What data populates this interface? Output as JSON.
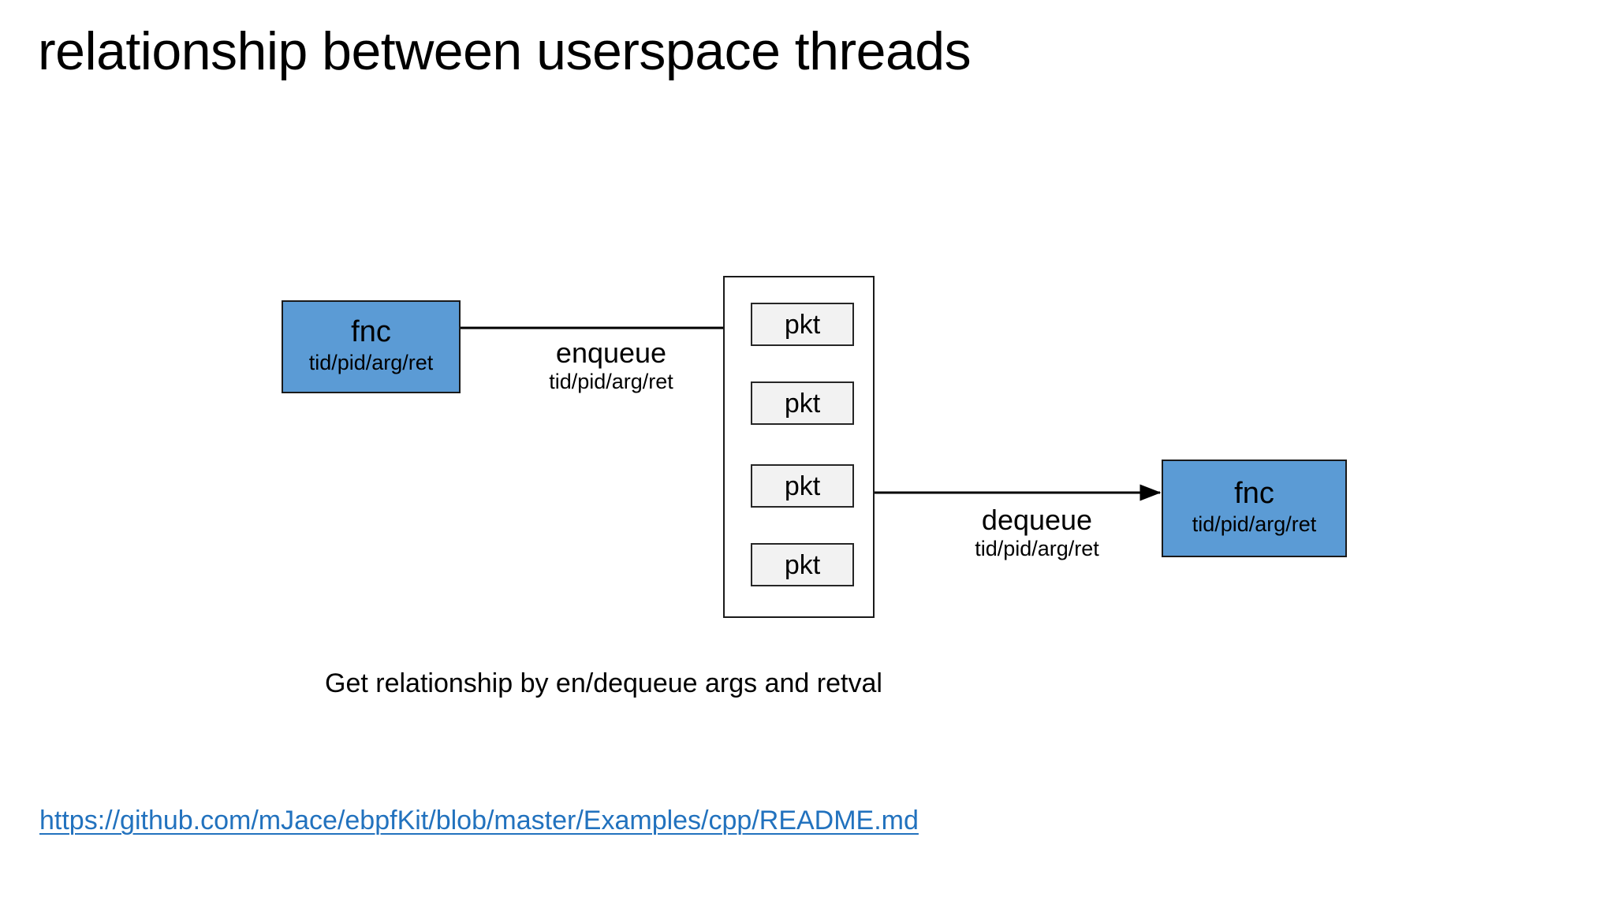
{
  "slide": {
    "title": "relationship between userspace threads",
    "caption": "Get relationship by en/dequeue args and retval",
    "footer_link": "https://github.com/mJace/ebpfKit/blob/master/Examples/cpp/README.md",
    "background_color": "#FFFFFF"
  },
  "colors": {
    "fnc_fill": "#5B9BD5",
    "fnc_stroke": "#1A1A1A",
    "pkt_fill": "#F2F2F2",
    "pkt_stroke": "#262626",
    "queue_stroke": "#1A1A1A",
    "arrow": "#000000",
    "link": "#2272BE",
    "text": "#000000"
  },
  "diagram": {
    "producer": {
      "title": "fnc",
      "subtitle": "tid/pid/arg/ret"
    },
    "consumer": {
      "title": "fnc",
      "subtitle": "tid/pid/arg/ret"
    },
    "queue": {
      "packets": [
        {
          "label": "pkt"
        },
        {
          "label": "pkt"
        },
        {
          "label": "pkt"
        },
        {
          "label": "pkt"
        }
      ]
    },
    "edges": [
      {
        "id": "enqueue",
        "title": "enqueue",
        "subtitle": "tid/pid/arg/ret",
        "from": "producer",
        "to": "queue-packet-0",
        "direction": "right"
      },
      {
        "id": "dequeue",
        "title": "dequeue",
        "subtitle": "tid/pid/arg/ret",
        "from": "queue-packet-2",
        "to": "consumer",
        "direction": "right"
      }
    ]
  }
}
